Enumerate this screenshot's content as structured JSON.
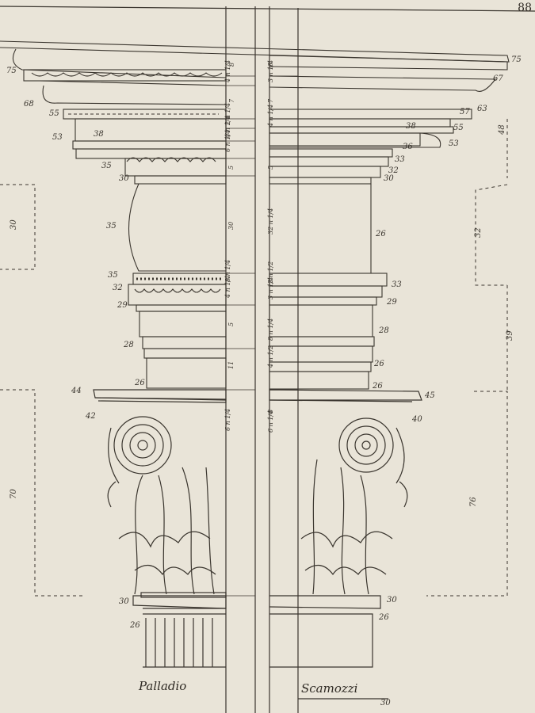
{
  "page_number": "88",
  "captions": {
    "left": "Palladio",
    "right": "Scamozzi"
  },
  "colors": {
    "paper": "#e9e4d8",
    "ink": "#3a352e"
  },
  "icons": [
    "acanthus-leaf-icon",
    "volute-icon"
  ],
  "measures_left": [
    "75",
    "68",
    "55",
    "53",
    "38",
    "35",
    "30",
    "35",
    "35",
    "32",
    "29",
    "28",
    "26",
    "44",
    "42",
    "30",
    "26"
  ],
  "measures_right": [
    "75",
    "67",
    "63",
    "57",
    "55",
    "53",
    "38",
    "36",
    "33",
    "32",
    "30",
    "26",
    "33",
    "29",
    "28",
    "26",
    "26",
    "45",
    "40",
    "30",
    "26",
    "30"
  ],
  "measures_outer_left": [
    "30",
    "70"
  ],
  "measures_outer_right": [
    "48",
    "32",
    "39",
    "76"
  ],
  "scale_left": [
    "8",
    "4 n 1/4",
    "7",
    "2 n 1/4",
    "4 n 1/4",
    "6 n 1/4",
    "5",
    "30",
    "8 n 1/4",
    "4 n 1/4",
    "5",
    "11",
    "6 n 1/4"
  ],
  "scale_right": [
    "8",
    "3 n 1/4",
    "7",
    "4 n 1/4",
    "5",
    "32 n 1/4",
    "4 n 1/2",
    "8",
    "2 n 1/2",
    "3 n 1/4",
    "6 n 1/4",
    "8 n 1/4"
  ]
}
